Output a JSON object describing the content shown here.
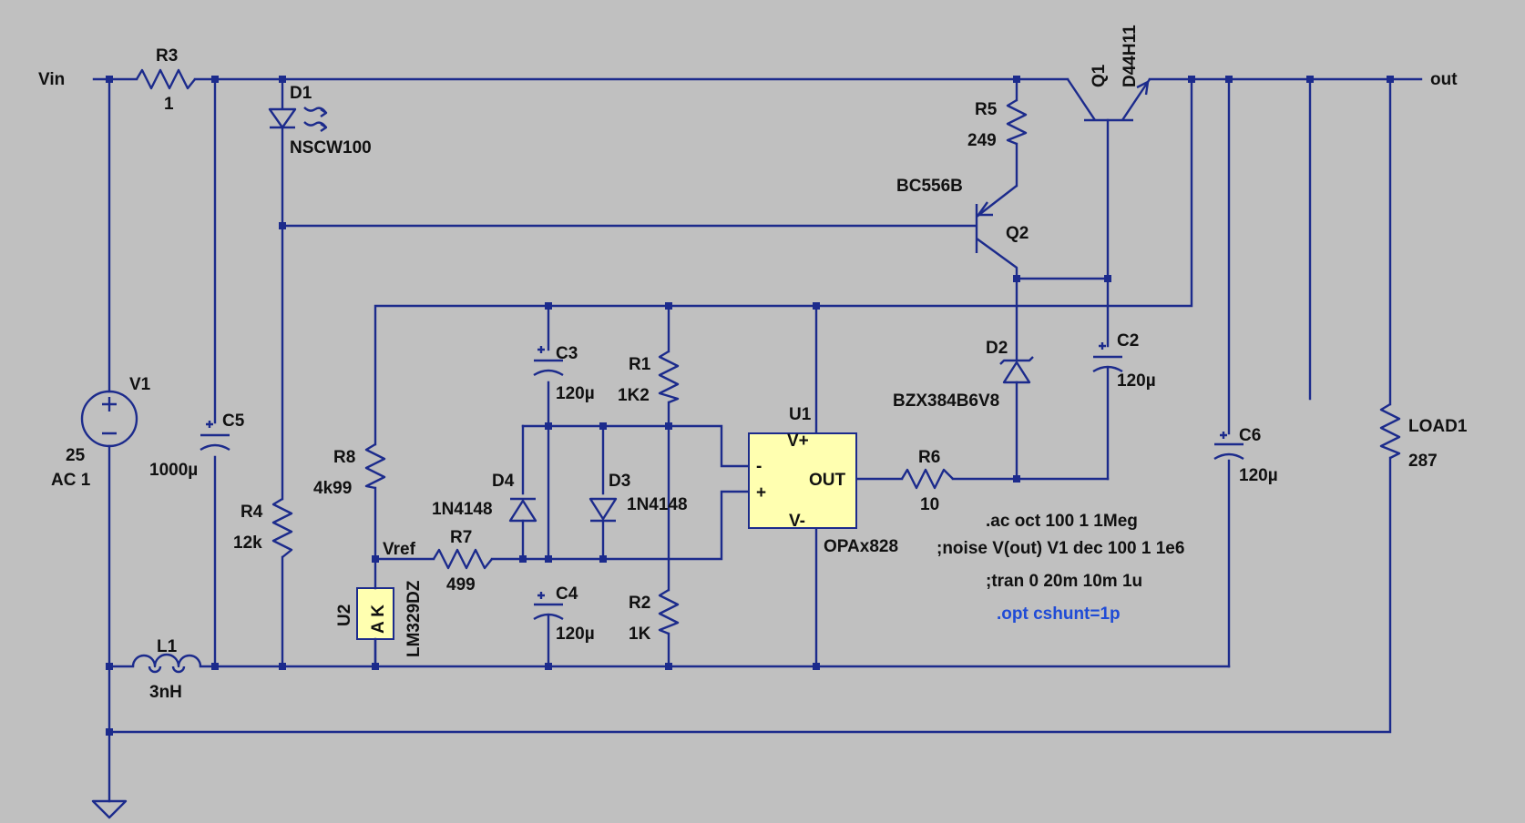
{
  "nets": {
    "vin": "Vin",
    "out": "out",
    "vref": "Vref"
  },
  "components": {
    "r3": {
      "ref": "R3",
      "value": "1"
    },
    "r5": {
      "ref": "R5",
      "value": "249"
    },
    "r1": {
      "ref": "R1",
      "value": "1K2"
    },
    "r2": {
      "ref": "R2",
      "value": "1K"
    },
    "r4": {
      "ref": "R4",
      "value": "12k"
    },
    "r6": {
      "ref": "R6",
      "value": "10"
    },
    "r7": {
      "ref": "R7",
      "value": "499"
    },
    "r8": {
      "ref": "R8",
      "value": "4k99"
    },
    "load1": {
      "ref": "LOAD1",
      "value": "287"
    },
    "d1": {
      "ref": "D1",
      "value": "NSCW100"
    },
    "d2": {
      "ref": "D2",
      "value": "BZX384B6V8"
    },
    "d3": {
      "ref": "D3",
      "value": "1N4148"
    },
    "d4": {
      "ref": "D4",
      "value": "1N4148"
    },
    "q1": {
      "ref": "Q1",
      "value": "D44H11"
    },
    "q2": {
      "ref": "Q2",
      "value": "BC556B"
    },
    "c2": {
      "ref": "C2",
      "value": "120µ"
    },
    "c3": {
      "ref": "C3",
      "value": "120µ"
    },
    "c4": {
      "ref": "C4",
      "value": "120µ"
    },
    "c5": {
      "ref": "C5",
      "value": "1000µ"
    },
    "c6": {
      "ref": "C6",
      "value": "120µ"
    },
    "l1": {
      "ref": "L1",
      "value": "3nH"
    },
    "v1": {
      "ref": "V1",
      "value": "25",
      "ac": "AC 1"
    },
    "u1": {
      "ref": "U1",
      "value": "OPAx828",
      "pins": {
        "vplus": "V+",
        "vminus": "V-",
        "inv": "-",
        "noninv": "+",
        "out": "OUT"
      }
    },
    "u2": {
      "ref": "U2",
      "value": "LM329DZ",
      "pins": "A K"
    }
  },
  "directives": [
    {
      "text": ".ac oct 100 1 1Meg"
    },
    {
      "text": ";noise V(out) V1 dec 100 1 1e6"
    },
    {
      "text": ";tran 0 20m 10m 1u"
    },
    {
      "text": ".opt cshunt=1p"
    }
  ],
  "colors": {
    "background": "#c0c0c0",
    "wire": "#1c2b8c",
    "directive": "#1f4bd6",
    "ic_fill": "#ffffb0"
  }
}
